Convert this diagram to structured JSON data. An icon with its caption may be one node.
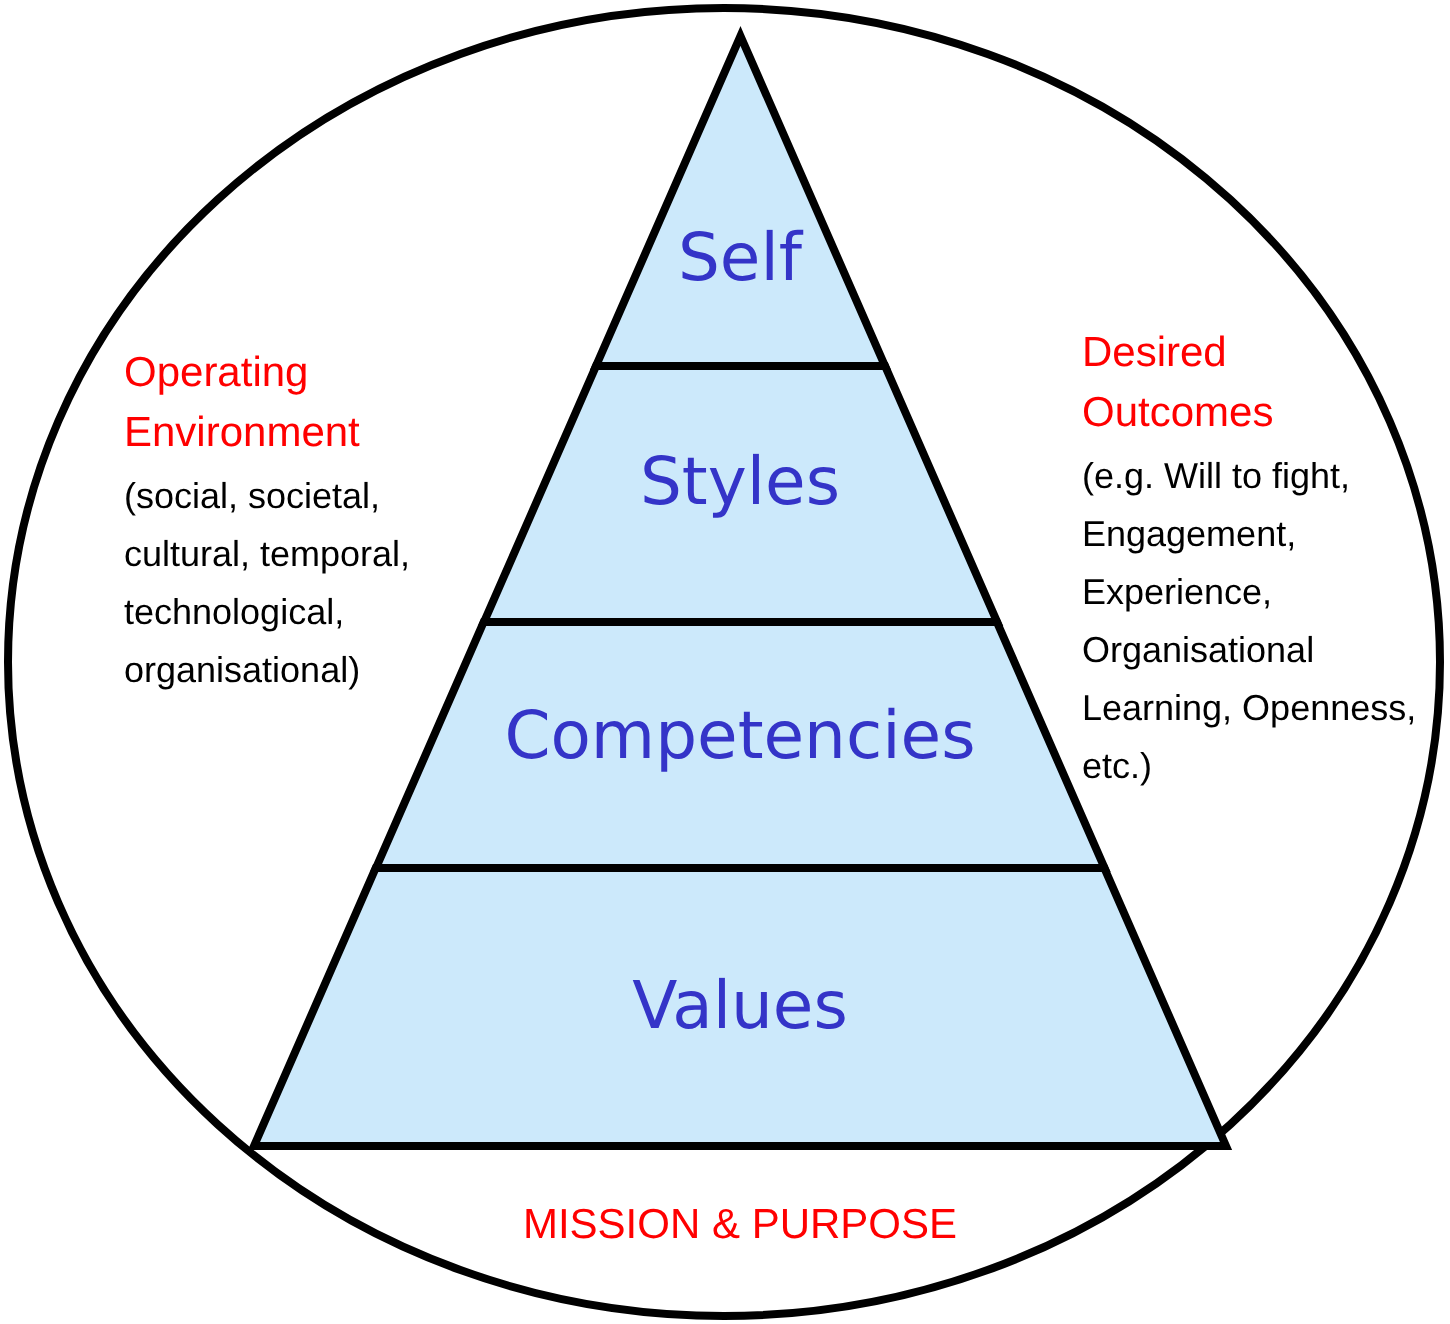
{
  "diagram": {
    "nodes": [
      {
        "text": [
          "Operating Environment",
          "(social, societal, cultural, temporal, technological, organisational)",
          "Desired Outcomes",
          "(e.g. Will to fight, Engagement, Experience, Organisational Learning, Openness, etc.)",
          "MISSION & PURPOSE"
        ]
      },
      {
        "text": [
          "Self"
        ],
        "in": 0
      },
      {
        "text": [
          "Styles"
        ],
        "in": 0
      },
      {
        "text": [
          "Competencies"
        ],
        "in": 0
      },
      {
        "text": [
          "Values"
        ],
        "in": 0
      }
    ]
  }
}
